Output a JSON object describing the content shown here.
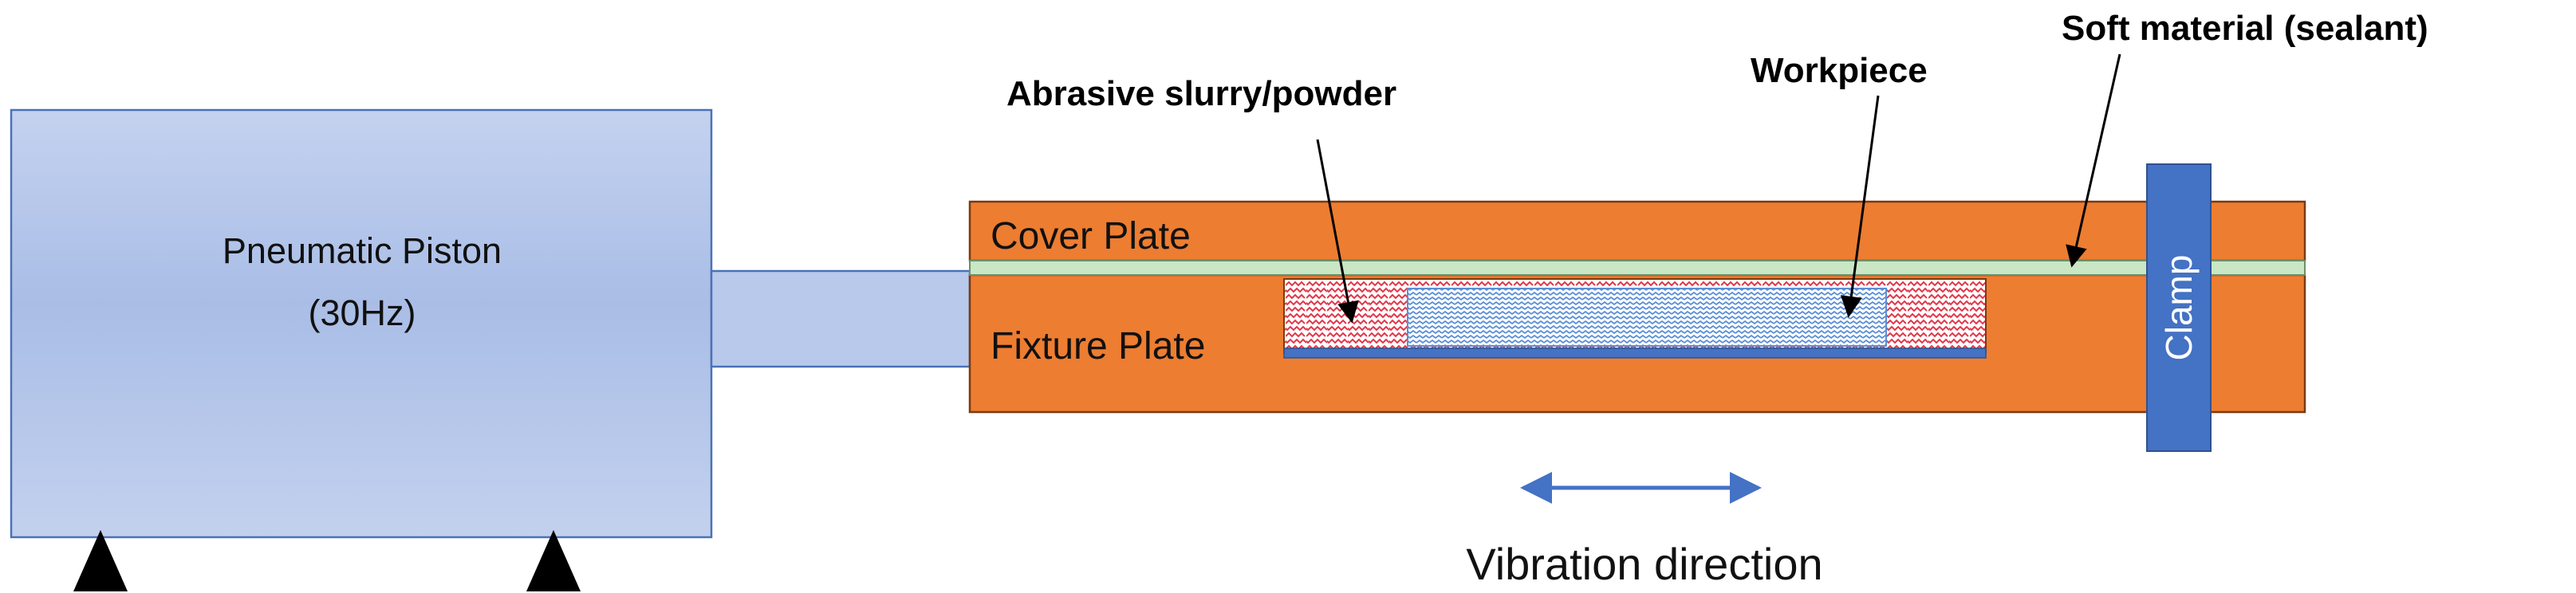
{
  "diagram": {
    "piston": {
      "line1": "Pneumatic Piston",
      "line2": "(30Hz)"
    },
    "cover_plate": "Cover Plate",
    "fixture_plate": "Fixture Plate",
    "clamp": "Clamp",
    "abrasive_label": "Abrasive slurry/powder",
    "workpiece_label": "Workpiece",
    "sealant_label": "Soft material (sealant)",
    "vibration_label": "Vibration direction"
  },
  "colors": {
    "piston_fill": "#a8bde6",
    "plate_fill": "#ed7d31",
    "sealant_fill": "#c9e6c5",
    "clamp_fill": "#4472c4",
    "slurry_pattern": "#e0384a",
    "workpiece_pattern": "#5b8fd6",
    "arrow": "#4472c4"
  }
}
